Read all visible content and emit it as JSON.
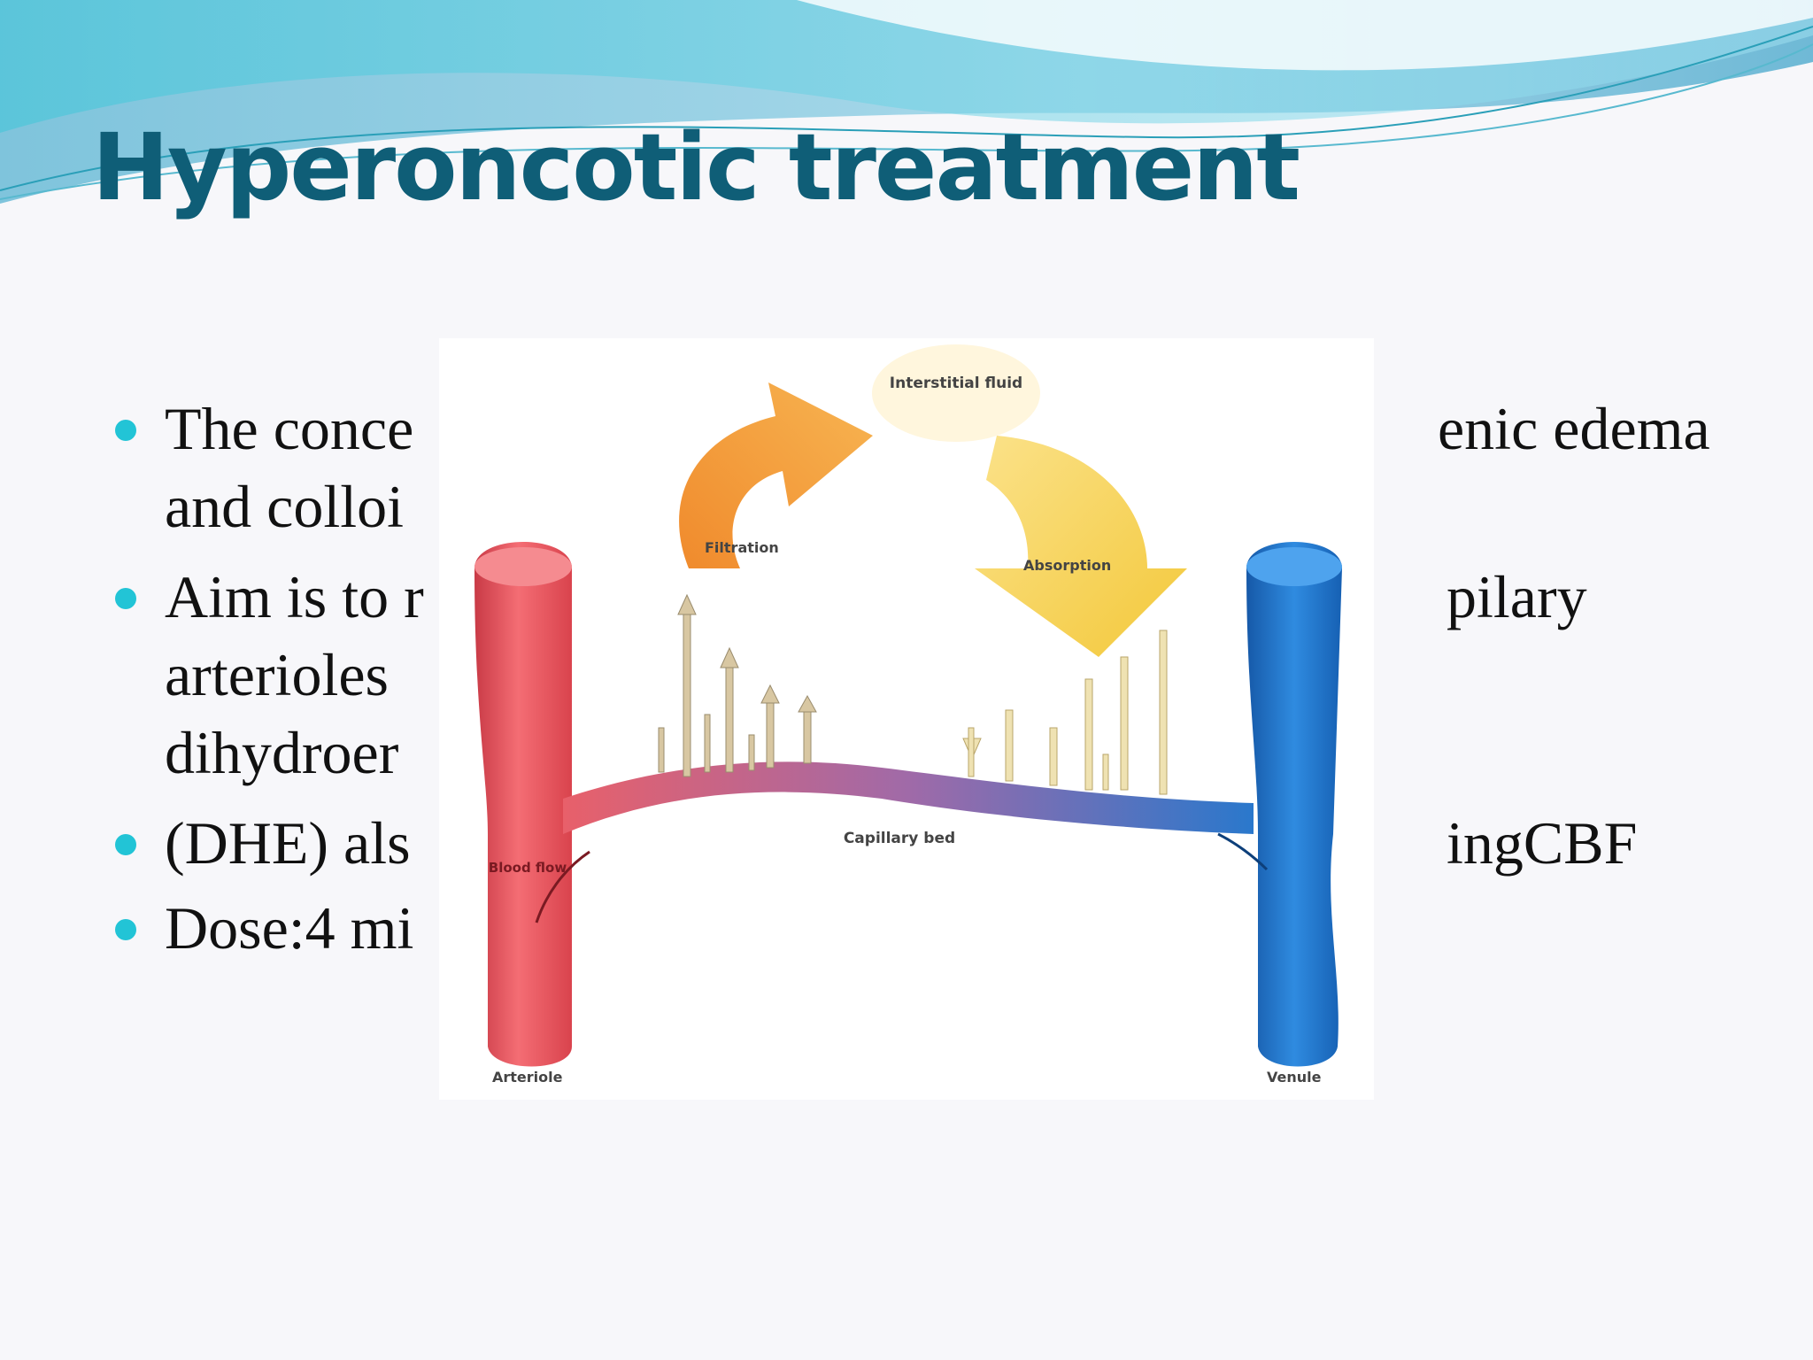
{
  "slide": {
    "title": "Hyperoncotic treatment"
  },
  "bullets": [
    {
      "left": "The conce",
      "right": "enic edema"
    },
    {
      "left": "and colloi",
      "right": ""
    },
    {
      "left": "Aim is to r",
      "right": "pilary"
    },
    {
      "left": "arterioles",
      "right": ""
    },
    {
      "left": "dihydroer",
      "right": ""
    },
    {
      "left": "(DHE) als",
      "right": "ingCBF"
    },
    {
      "left": "Dose:4 mi",
      "right": ""
    }
  ],
  "diagram": {
    "labels": {
      "interstitial": "Interstitial fluid",
      "filtration": "Filtration",
      "absorption": "Absorption",
      "capillary_bed": "Capillary bed",
      "blood_flow": "Blood flow",
      "arteriole": "Arteriole",
      "venule": "Venule"
    },
    "colors": {
      "arteriole": "#ee5a63",
      "venule": "#1f73c9",
      "filtration_arrow": "#f3a23a",
      "absorption_arrow": "#f6d65a"
    }
  }
}
